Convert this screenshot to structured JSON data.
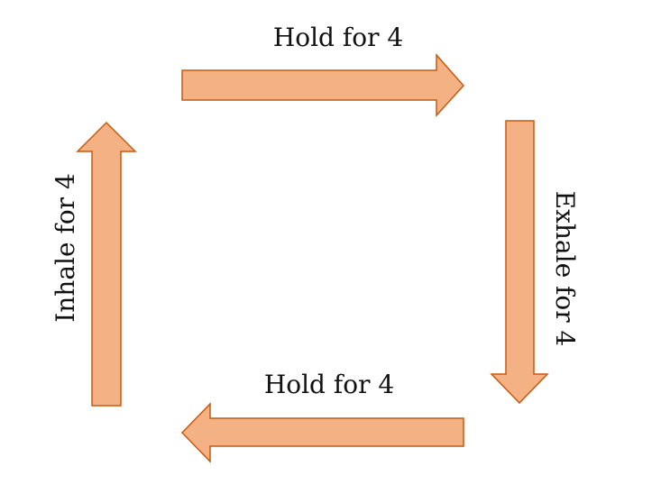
{
  "diagram": {
    "type": "box-breathing-cycle",
    "colors": {
      "arrow_fill": "#F4B183",
      "arrow_stroke": "#C55A11",
      "text": "#111111",
      "background": "#FFFFFF"
    },
    "steps": [
      {
        "label": "Inhale for 4",
        "direction": "up"
      },
      {
        "label": "Hold for 4",
        "direction": "right"
      },
      {
        "label": "Exhale for 4",
        "direction": "down"
      },
      {
        "label": "Hold for 4",
        "direction": "left"
      }
    ]
  }
}
